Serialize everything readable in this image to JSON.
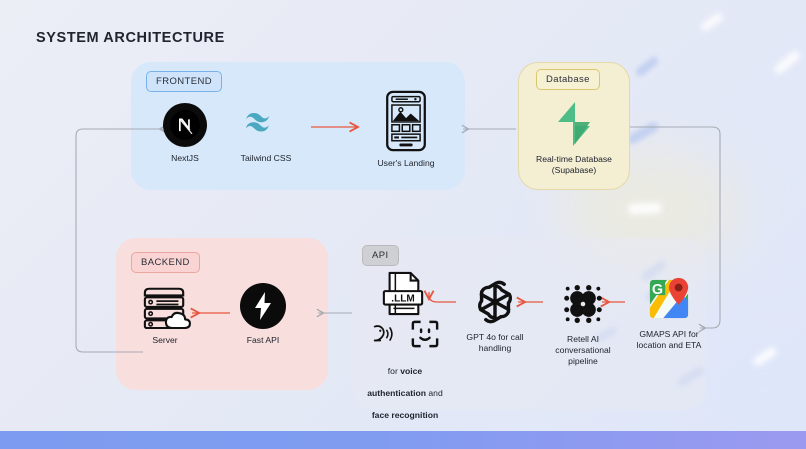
{
  "page": {
    "title": "SYSTEM ARCHITECTURE"
  },
  "sections": {
    "frontend": {
      "badge": "FRONTEND"
    },
    "database": {
      "badge": "Database"
    },
    "backend": {
      "badge": "BACKEND"
    },
    "api": {
      "badge": "API"
    }
  },
  "nodes": {
    "nextjs": {
      "label": "NextJS",
      "icon": "nextjs-logo-icon"
    },
    "tailwind": {
      "label": "Tailwind CSS",
      "icon": "tailwind-logo-icon"
    },
    "landing": {
      "label": "User's Landing",
      "icon": "mobile-landing-page-icon"
    },
    "supabase": {
      "label": "Real-time Database\n(Supabase)",
      "icon": "supabase-logo-icon"
    },
    "server": {
      "label": "Server",
      "icon": "server-cloud-icon"
    },
    "fastapi": {
      "label": "Fast API",
      "icon": "fastapi-bolt-icon"
    },
    "llm": {
      "label": ".LLM",
      "icon": "llm-file-icon"
    },
    "biometrics": {
      "line1_plain": "for ",
      "line1_bold": "voice",
      "line2_bold": "authentication",
      "line2_plain": " and",
      "line3_bold": "face recognition",
      "voice_icon": "voice-recognition-icon",
      "face_icon": "face-recognition-icon"
    },
    "gpt": {
      "label": "GPT 4o for call\nhandling",
      "icon": "openai-logo-icon"
    },
    "retell": {
      "label": "Retell AI\nconversational\npipeline",
      "icon": "retell-ai-logo-icon"
    },
    "gmaps": {
      "label": "GMAPS API for\nlocation and ETA",
      "icon": "google-maps-icon"
    }
  },
  "colors": {
    "accent_red": "#e8573f",
    "gray_wire": "#a7abb5",
    "frontend_bg": "#d6e8fa",
    "database_bg": "#f4eed3",
    "backend_bg": "#f8dedd",
    "api_bg": "#e8e9f2",
    "bottom_bar": "#7f9cf1"
  }
}
